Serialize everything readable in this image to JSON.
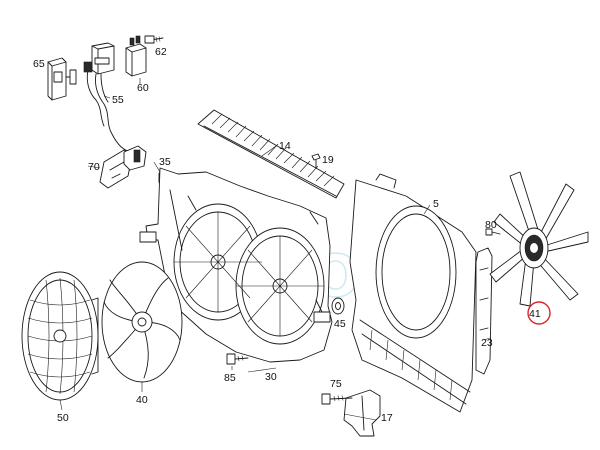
{
  "diagram": {
    "labels": {
      "p5": "5",
      "p14": "14",
      "p17": "17",
      "p19": "19",
      "p23": "23",
      "p30": "30",
      "p35": "35",
      "p40": "40",
      "p41": "41",
      "p45": "45",
      "p50": "50",
      "p55": "55",
      "p60": "60",
      "p62": "62",
      "p65": "65",
      "p70": "70",
      "p75": "75",
      "p80": "80",
      "p85": "85"
    },
    "highlighted_part": "41",
    "highlight_color": "#d9262c",
    "watermark": "SOL"
  }
}
